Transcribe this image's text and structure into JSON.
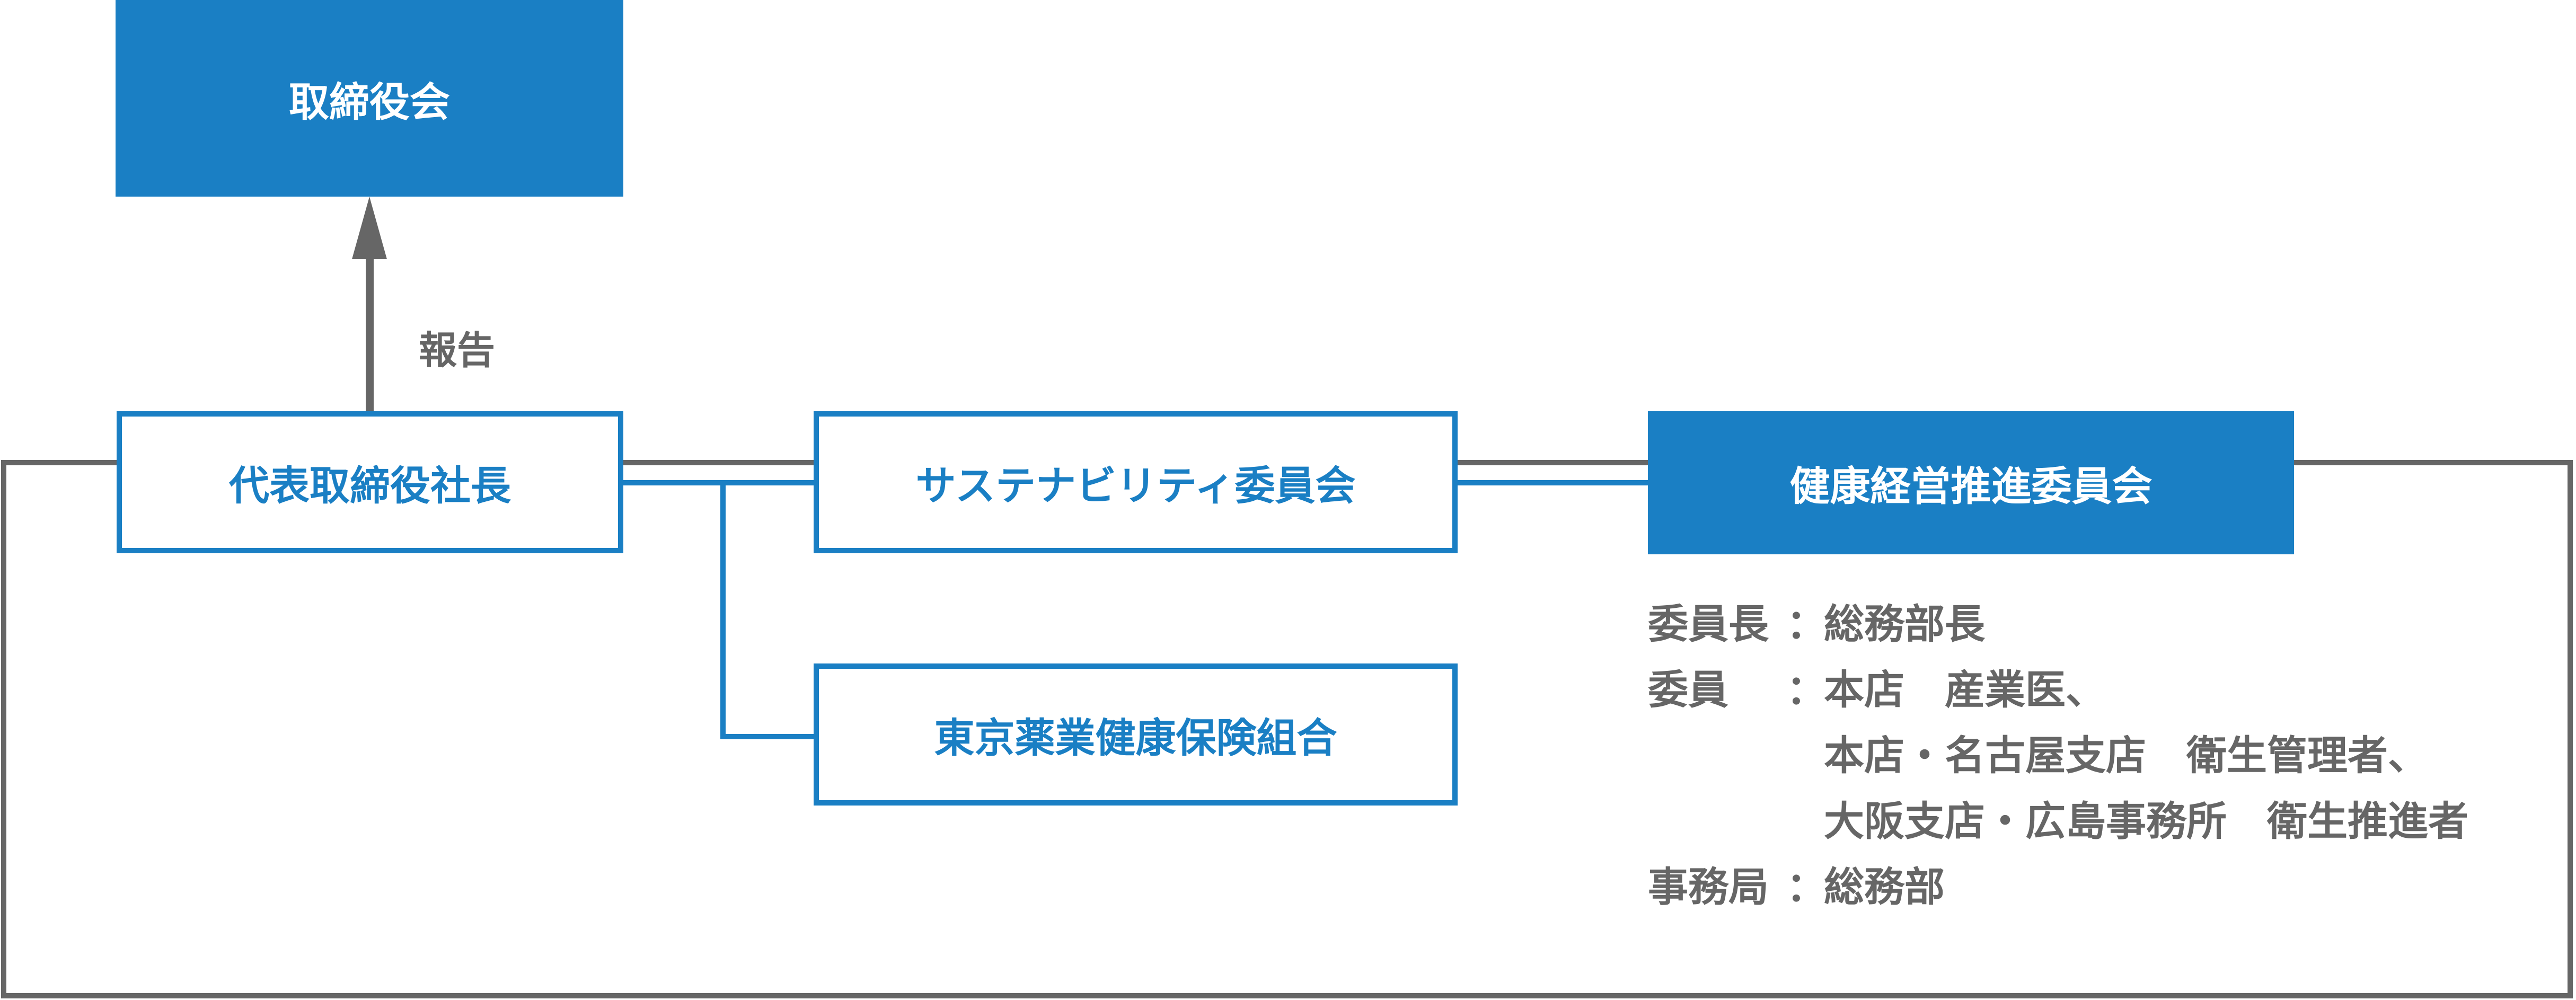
{
  "colors": {
    "accent": "#1a7fc4",
    "frame": "#666666",
    "text_gray": "#666666"
  },
  "board": {
    "label": "取締役会"
  },
  "report_arrow": {
    "label": "報告"
  },
  "president": {
    "label": "代表取締役社長"
  },
  "sustainability_committee": {
    "label": "サステナビリティ委員会"
  },
  "health_insurance": {
    "label": "東京薬業健康保険組合"
  },
  "health_committee": {
    "label": "健康経営推進委員会",
    "details": {
      "chair_label": "委員長",
      "chair_value": "総務部長",
      "members_label": "委員",
      "members_values": [
        "本店　産業医、",
        "本店・名古屋支店　衛生管理者、",
        "大阪支店・広島事務所　衛生推進者"
      ],
      "secretariat_label": "事務局",
      "secretariat_value": "総務部",
      "colon": "："
    }
  }
}
